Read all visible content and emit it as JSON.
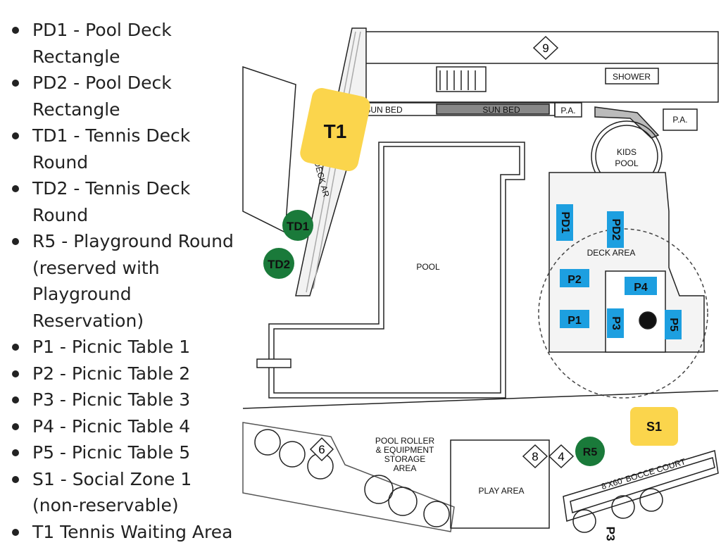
{
  "legend": [
    "PD1 - Pool Deck Rectangle",
    "PD2 -  Pool Deck Rectangle",
    "TD1 - Tennis Deck Round",
    "TD2 - Tennis Deck Round",
    "R5 - Playground Round (reserved with Playground Reservation)",
    "P1 - Picnic Table 1",
    "P2 - Picnic Table 2",
    "P3 - Picnic Table 3",
    "P4 - Picnic Table 4",
    "P5 - Picnic Table 5",
    "S1 - Social Zone 1 (non-reservable)",
    "T1 Tennis Waiting Area"
  ],
  "map": {
    "labels": {
      "shower": "SHOWER",
      "sun_bed_1": "SUN BED",
      "sun_bed_2": "SUN BED",
      "pa_1": "P.A.",
      "pa_2": "P.A.",
      "kids_pool_line1": "KIDS",
      "kids_pool_line2": "POOL",
      "deck_area": "DECK AREA",
      "deck_area_rotated": "DECK AR",
      "pool": "POOL",
      "storage_line1": "POOL ROLLER",
      "storage_line2": "& EQUIPMENT",
      "storage_line3": "STORAGE",
      "storage_line4": "AREA",
      "play_area": "PLAY AREA",
      "bocce": "8'X60' BOCCE COURT"
    },
    "callouts": {
      "c9": "9",
      "c6": "6",
      "c8": "8",
      "c4": "4"
    },
    "markers": {
      "T1": "T1",
      "TD1": "TD1",
      "TD2": "TD2",
      "PD1": "PD1",
      "PD2": "PD2",
      "P1": "P1",
      "P2": "P2",
      "P3": "P3",
      "P4": "P4",
      "P5": "P5",
      "S1": "S1",
      "R5": "R5",
      "P3_bottom": "P3"
    },
    "colors": {
      "yellow": "#fbd54c",
      "green": "#1a7a3a",
      "blue": "#1d9fe0"
    }
  }
}
